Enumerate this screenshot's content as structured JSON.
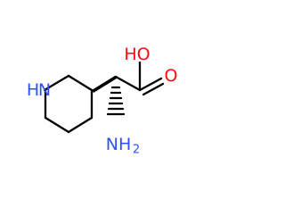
{
  "molecule": {
    "atoms": {
      "ring_nitrogen": "N",
      "ring_nitrogen_hydrogen": "H",
      "hydroxyl": "HO",
      "carbonyl_oxygen": "O",
      "amino_main": "NH",
      "amino_subscript": "2"
    },
    "colors": {
      "bonds": "#000000",
      "oxygen": "#ff0d0d",
      "nitrogen": "#3050f8"
    }
  }
}
